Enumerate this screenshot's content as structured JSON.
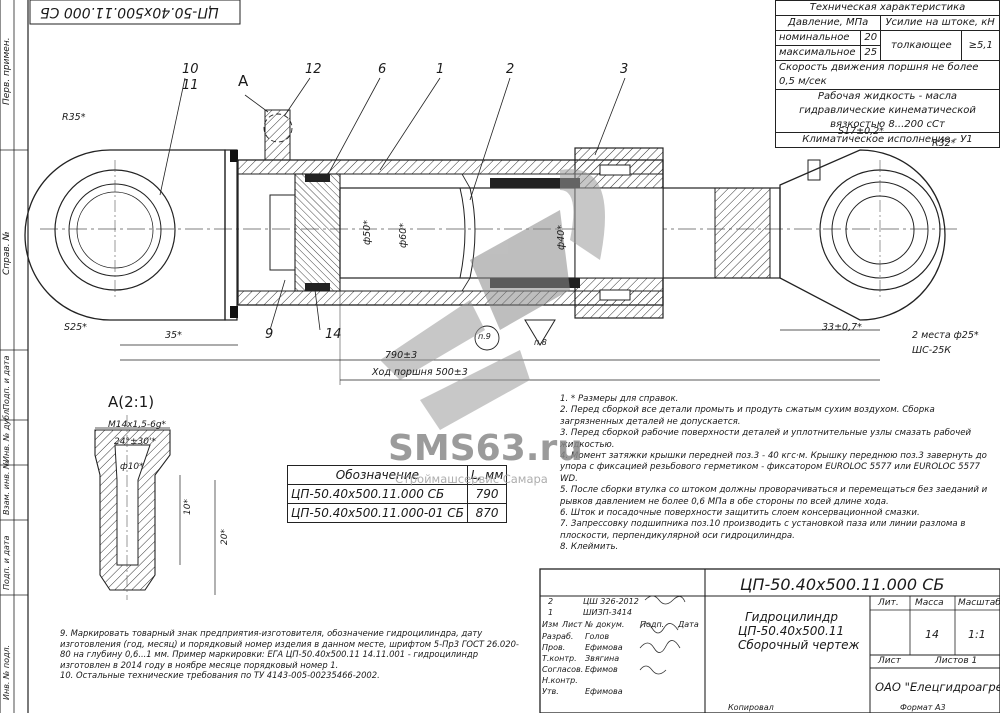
{
  "drawing_code_top": "ЦП-50.40х500.11.000 СБ",
  "side_labels": [
    "Перв. примен.",
    "Справ. №",
    "Подп. и дата",
    "Инв. № дубл.",
    "Взам. инв. №",
    "Подп. и дата",
    "Инв. № подл."
  ],
  "tech_spec": {
    "title": "Техническая характеристика",
    "col_pressure": "Давление, МПа",
    "col_force": "Усилие на штоке, кН",
    "nominal_label": "номинальное",
    "nominal_value": "20",
    "max_label": "максимальное",
    "max_value": "25",
    "push_label": "толкающее",
    "push_value": "≥5,1",
    "speed": "Скорость движения поршня не более 0,5 м/сек",
    "fluid": "Рабочая жидкость - масла гидравлические кинематической вязкостью 8...200 сСт",
    "climate": "Климатическое исполнение - У1"
  },
  "balloons": [
    "10",
    "11",
    "12",
    "6",
    "1",
    "2",
    "3",
    "9",
    "14"
  ],
  "view_label": "А",
  "dims": {
    "r35": "R35*",
    "s25": "S25*",
    "d35": "35*",
    "d50": "ф50*",
    "d60": "ф60*",
    "d40": "ф40*",
    "s17": "S17±0,2*",
    "r32": "R32*",
    "d33": "33±0,7*",
    "holes": "2 места ф25*",
    "shs": "ШС-25К",
    "len790": "790±3",
    "stroke": "Ход поршня 500±3",
    "p9": "п.9",
    "p8": "п.8"
  },
  "detail": {
    "title": "А(2:1)",
    "thread": "M14x1,5-6g*",
    "angle": "24°±30'*",
    "d10": "ф10*",
    "h10": "10*",
    "h20": "20*"
  },
  "variants": {
    "col1": "Обозначение",
    "col2": "L, мм",
    "rows": [
      {
        "code": "ЦП-50.40х500.11.000 СБ",
        "l": "790"
      },
      {
        "code": "ЦП-50.40х500.11.000-01 СБ",
        "l": "870"
      }
    ]
  },
  "notes": [
    "1. * Размеры для справок.",
    "2. Перед сборкой все детали промыть и продуть сжатым сухим воздухом. Сборка загрязненных деталей не допускается.",
    "3. Перед сборкой рабочие поверхности деталей и уплотнительные узлы смазать рабочей жидкостью.",
    "4. Момент затяжки крышки передней поз.3 - 40 кгс·м. Крышку переднюю поз.3 завернуть до упора с фиксацией резьбового герметиком - фиксатором EUROLOC 5577 или EUROLOC 5577 WD.",
    "5. После сборки втулка со штоком должны проворачиваться и перемещаться без заеданий и рывков давлением не более 0,6 МПа в обе стороны по всей длине хода.",
    "6. Шток и посадочные поверхности защитить слоем консервационной смазки.",
    "7. Запрессовку подшипника поз.10 производить с установкой паза или линии разлома в плоскости, перпендикулярной оси гидроцилиндра.",
    "8. Клеймить."
  ],
  "bottom_notes": [
    "9. Маркировать товарный знак предприятия-изготовителя, обозначение гидроцилиндра, дату изготовления (год, месяц) и порядковый номер изделия в данном месте, шрифтом 5-Пр3 ГОСТ 26.020-80 на глубину 0,6...1 мм. Пример маркировки: ЕГА ЦП-50.40х500.11 14.11.001 - гидроцилиндр изготовлен в 2014 году в ноябре месяце порядковый номер 1.",
    "10. Остальные технические требования по ТУ 4143-005-00235466-2002."
  ],
  "title_block": {
    "code": "ЦП-50.40х500.11.000 СБ",
    "name1": "Гидроцилиндр",
    "name2": "ЦП-50.40х500.11",
    "name3": "Сборочный чертеж",
    "lit": "Лит.",
    "mass": "Масса",
    "scale": "Масштаб",
    "mass_value": "14",
    "scale_value": "1:1",
    "sheet": "Лист",
    "sheets": "Листов 1",
    "org": "ОАО \"Елецгидроагрегат\"",
    "copied": "Копировал",
    "format": "Формат А3",
    "rev_doc1": "ЦШ 326-2012",
    "rev_doc2": "ШИЗП-3414",
    "rev_num": "2",
    "rev_num2": "1",
    "hdr": [
      "Изм",
      "Лист",
      "№ докум.",
      "Подп.",
      "Дата"
    ],
    "roles": [
      {
        "role": "Разраб.",
        "name": "Голов"
      },
      {
        "role": "Пров.",
        "name": "Ефимова"
      },
      {
        "role": "Т.контр.",
        "name": "Звягина"
      },
      {
        "role": "Согласов.",
        "name": "Ефимов"
      },
      {
        "role": "Н.контр.",
        "name": ""
      },
      {
        "role": "Утв.",
        "name": "Ефимова"
      }
    ]
  },
  "watermark": {
    "brand": "SMS63.ru",
    "sub": "Строймашсервис Самара"
  }
}
